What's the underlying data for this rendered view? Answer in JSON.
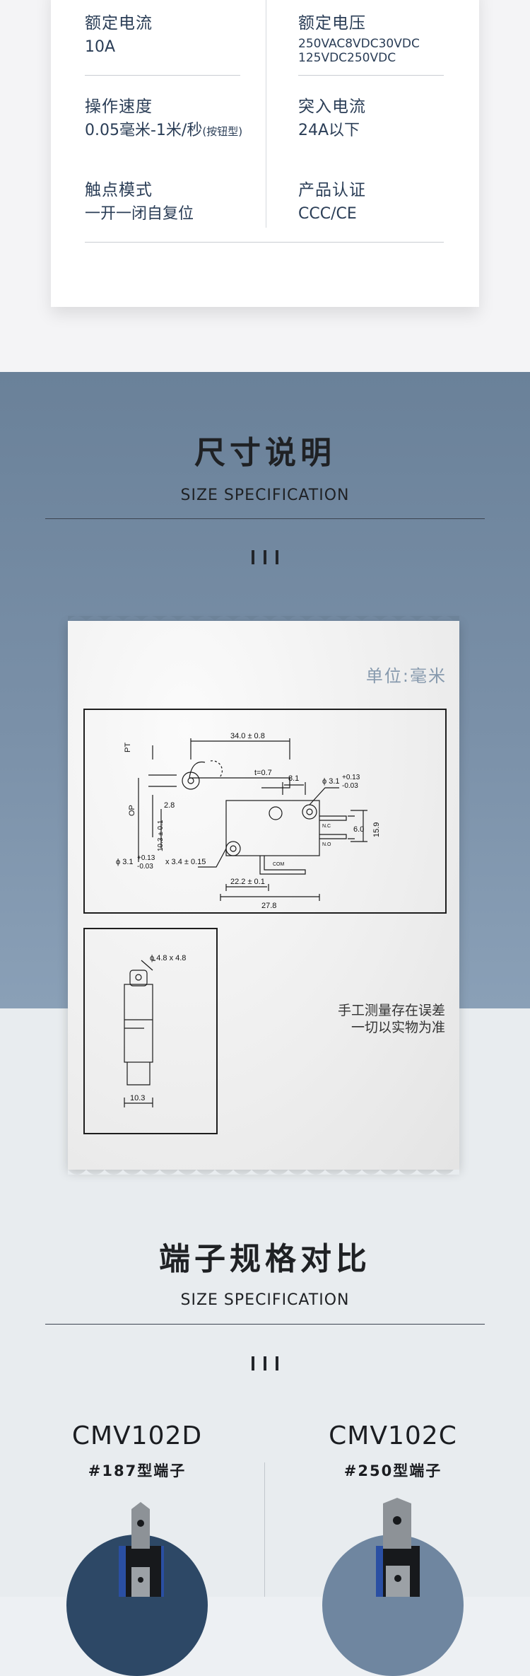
{
  "spec_table": {
    "rows": [
      {
        "left": {
          "label": "额定电流",
          "value": "10A"
        },
        "right": {
          "label": "额定电压",
          "value_lines": [
            "250VAC8VDC30VDC",
            "125VDC250VDC"
          ]
        }
      },
      {
        "left": {
          "label": "操作速度",
          "value": "0.05毫米-1米/秒",
          "value_suffix": "(按钮型)"
        },
        "right": {
          "label": "突入电流",
          "value": "24A以下"
        }
      },
      {
        "left": {
          "label": "触点模式",
          "value": "一开一闭自复位"
        },
        "right": {
          "label": "产品认证",
          "value": "CCC/CE"
        }
      }
    ]
  },
  "size_section": {
    "title": "尺寸说明",
    "subtitle": "SIZE SPECIFICATION",
    "unit": "单位:毫米",
    "notes": [
      "手工测量存在误差",
      "一切以实物为准"
    ],
    "drawing_labels": {
      "pt": "PT",
      "op": "OP",
      "length_total": "34.0 ± 0.8",
      "thickness": "t=0.7",
      "hole_diameter": "ϕ 3.1",
      "tol_plus": "+0.13",
      "tol_minus": "-0.03",
      "dim_8_1": "8.1",
      "dim_2_8": "2.8",
      "dim_10_3": "10.3 ± 0.1",
      "dim_6_0": "6.0",
      "dim_15_9": "15.9",
      "nc": "N.C",
      "no": "N.O",
      "com": "COM",
      "dim_3_4": "x 3.4 ± 0.15",
      "dim_22_2": "22.2 ± 0.1",
      "dim_27_8": "27.8",
      "side_hole": "ϕ 4.8 x 4.8",
      "side_width": "10.3"
    }
  },
  "terminal_section": {
    "title": "端子规格对比",
    "subtitle": "SIZE SPECIFICATION",
    "models": [
      {
        "name": "CMV102D",
        "terminal": "#187型端子"
      },
      {
        "name": "CMV102C",
        "terminal": "#250型端子"
      }
    ]
  },
  "colors": {
    "text_dark": "#2a3d56",
    "band_blue": "#6a8199",
    "unit_text": "#8699ad",
    "switch_blue": "#2a4fa3",
    "circle_dark": "#2d4866",
    "circle_light": "#6f86a0"
  }
}
